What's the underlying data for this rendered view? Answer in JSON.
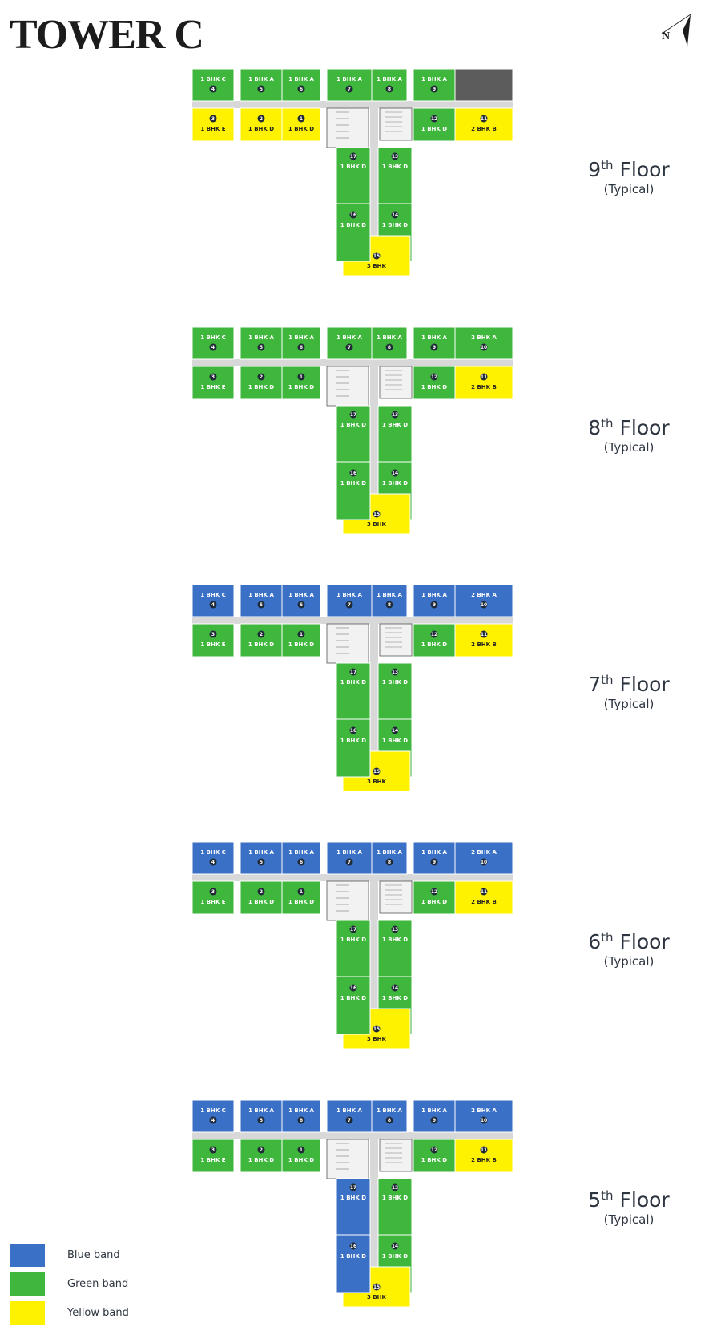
{
  "title": "TOWER C",
  "compass_label": "N",
  "colors": {
    "blue": "#3a70c6",
    "green": "#3fb63c",
    "yellow": "#fff200",
    "unavailable": "#5c5c5c",
    "corridor": "#d8d8d8",
    "core": "#bdbdbd"
  },
  "units": {
    "4": "1 BHK C",
    "5": "1 BHK A",
    "6": "1 BHK A",
    "7": "1 BHK A",
    "8": "1 BHK A",
    "9": "1 BHK A",
    "10": "2 BHK A",
    "3": "1 BHK E",
    "2": "1 BHK D",
    "1": "1 BHK D",
    "12": "1 BHK D",
    "11": "2 BHK B",
    "17": "1 BHK D",
    "13": "1 BHK D",
    "16": "1 BHK D",
    "14": "1 BHK D",
    "15": "3 BHK"
  },
  "floors": [
    {
      "name": "9",
      "suffix": "th",
      "word": "Floor",
      "note": "(Typical)",
      "bands": {
        "4": "green",
        "5": "green",
        "6": "green",
        "7": "green",
        "8": "green",
        "9": "green",
        "10": "unavailable",
        "3": "yellow",
        "2": "yellow",
        "1": "yellow",
        "12": "green",
        "11": "yellow",
        "17": "green",
        "13": "green",
        "16": "green",
        "14": "green",
        "15": "yellow"
      }
    },
    {
      "name": "8",
      "suffix": "th",
      "word": "Floor",
      "note": "(Typical)",
      "bands": {
        "4": "green",
        "5": "green",
        "6": "green",
        "7": "green",
        "8": "green",
        "9": "green",
        "10": "green",
        "3": "green",
        "2": "green",
        "1": "green",
        "12": "green",
        "11": "yellow",
        "17": "green",
        "13": "green",
        "16": "green",
        "14": "green",
        "15": "yellow"
      }
    },
    {
      "name": "7",
      "suffix": "th",
      "word": "Floor",
      "note": "(Typical)",
      "bands": {
        "4": "blue",
        "5": "blue",
        "6": "blue",
        "7": "blue",
        "8": "blue",
        "9": "blue",
        "10": "blue",
        "3": "green",
        "2": "green",
        "1": "green",
        "12": "green",
        "11": "yellow",
        "17": "green",
        "13": "green",
        "16": "green",
        "14": "green",
        "15": "yellow"
      }
    },
    {
      "name": "6",
      "suffix": "th",
      "word": "Floor",
      "note": "(Typical)",
      "bands": {
        "4": "blue",
        "5": "blue",
        "6": "blue",
        "7": "blue",
        "8": "blue",
        "9": "blue",
        "10": "blue",
        "3": "green",
        "2": "green",
        "1": "green",
        "12": "green",
        "11": "yellow",
        "17": "green",
        "13": "green",
        "16": "green",
        "14": "green",
        "15": "yellow"
      }
    },
    {
      "name": "5",
      "suffix": "th",
      "word": "Floor",
      "note": "(Typical)",
      "bands": {
        "4": "blue",
        "5": "blue",
        "6": "blue",
        "7": "blue",
        "8": "blue",
        "9": "blue",
        "10": "blue",
        "3": "green",
        "2": "green",
        "1": "green",
        "12": "green",
        "11": "yellow",
        "17": "blue",
        "13": "green",
        "16": "blue",
        "14": "green",
        "15": "yellow"
      }
    }
  ],
  "legend": [
    {
      "label": "Blue band",
      "color": "blue"
    },
    {
      "label": "Green band",
      "color": "green"
    },
    {
      "label": "Yellow band",
      "color": "yellow"
    }
  ]
}
